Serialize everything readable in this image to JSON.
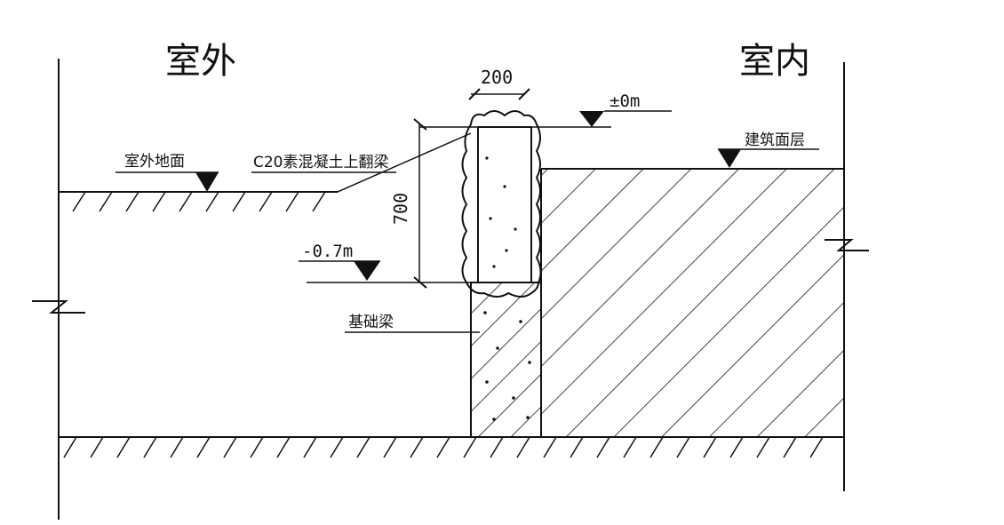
{
  "labels": {
    "outdoor": "室外",
    "indoor": "室内",
    "outdoor_ground": "室外地面",
    "curb_beam": "C20素混凝土上翻梁",
    "floor_finish": "建筑面层",
    "foundation_beam": "基础梁"
  },
  "dimensions": {
    "width": "200",
    "height": "700"
  },
  "elevations": {
    "zero": "±0m",
    "minus": "-0.7m"
  }
}
